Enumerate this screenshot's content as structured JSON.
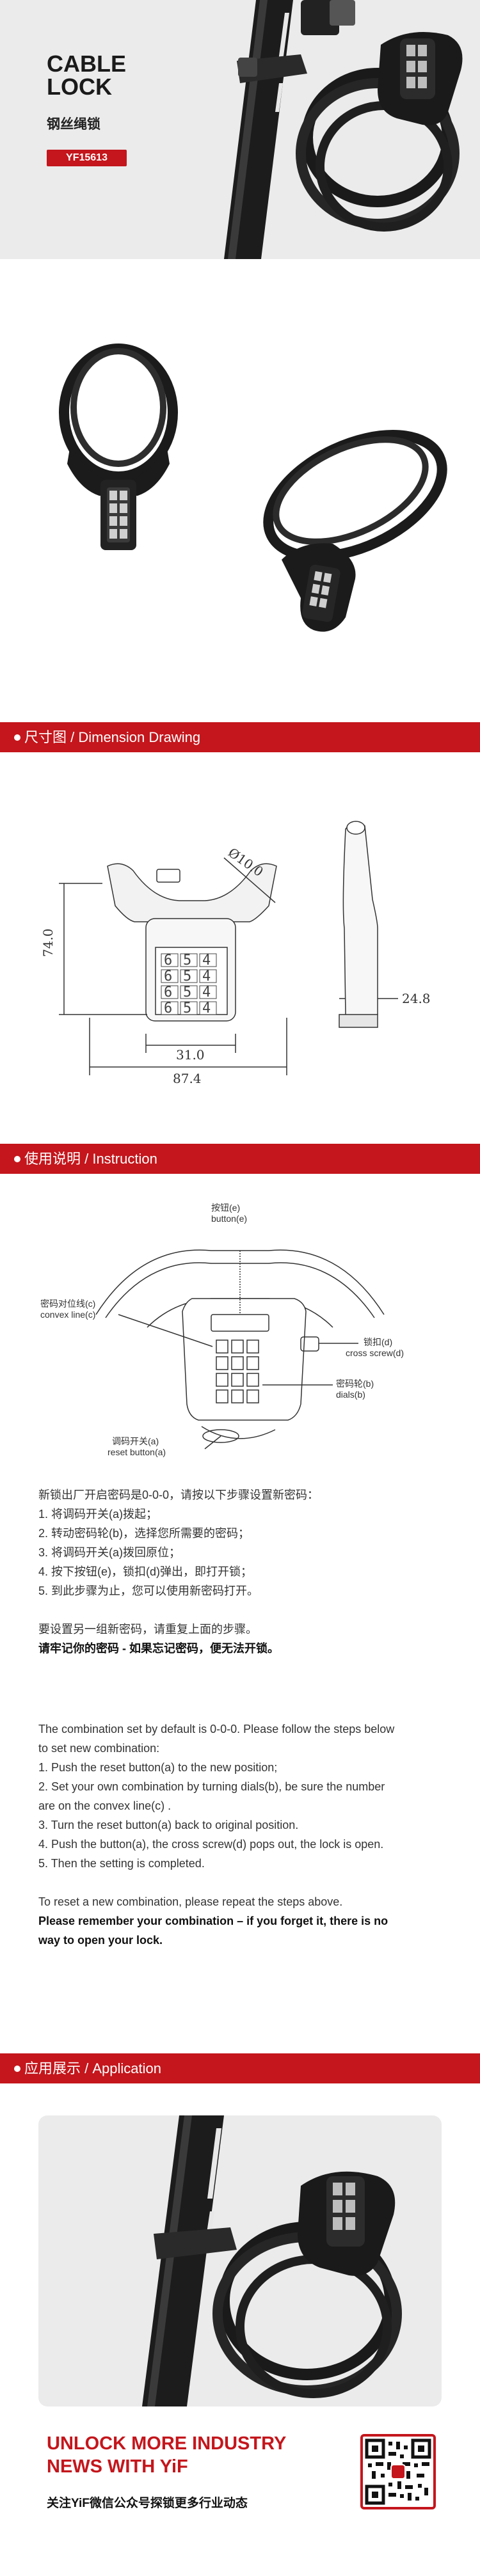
{
  "hero": {
    "brand_line1": "CABLE",
    "brand_line2": "LOCK",
    "subtitle": "钢丝绳锁",
    "model": "YF15613"
  },
  "sections": {
    "dimension": "尺寸图 / Dimension Drawing",
    "instruction": "使用说明 / Instruction",
    "application": "应用展示 / Application"
  },
  "dimension_drawing": {
    "diameter": "Ø10.0",
    "height": "74.0",
    "inner_width": "31.0",
    "outer_width": "87.4",
    "depth": "24.8",
    "dial_digits": [
      "6",
      "5",
      "4"
    ]
  },
  "diagram_labels": {
    "button_cn": "按钮(e)",
    "button_en": "button(e)",
    "convex_cn": "密码对位线(c)",
    "convex_en": "convex line(c)",
    "cross_cn": "锁扣(d)",
    "cross_en": "cross screw(d)",
    "dials_cn": "密码轮(b)",
    "dials_en": "dials(b)",
    "reset_cn": "调码开关(a)",
    "reset_en": "reset button(a)"
  },
  "instructions_cn": {
    "intro": "新锁出厂开启密码是0-0-0，请按以下步骤设置新密码：",
    "steps": [
      "1.  将调码开关(a)拨起；",
      "2.  转动密码轮(b)，选择您所需要的密码；",
      "3.  将调码开关(a)拨回原位；",
      "4.  按下按钮(e)，锁扣(d)弹出，即打开锁；",
      "5.  到此步骤为止，您可以使用新密码打开。"
    ],
    "reset_note": "要设置另一组新密码，请重复上面的步骤。",
    "warning": "请牢记你的密码 - 如果忘记密码，便无法开锁。"
  },
  "instructions_en": {
    "intro_line1": "The combination set by default is 0-0-0. Please follow the steps below",
    "intro_line2": "to set new combination:",
    "step1": "1. Push the reset button(a) to the  new position;",
    "step2_line1": "2. Set your  own combination by turning dials(b), be sure the number",
    "step2_line2": "are on the convex line(c) .",
    "step3": "3. Turn the reset button(a) back to original position.",
    "step4": "4. Push the button(a), the cross screw(d) pops out, the lock is open.",
    "step5": "5. Then the setting is completed.",
    "reset_note": "To reset a new combination, please repeat the steps above.",
    "warning_line1": "Please remember your combination – if you forget it, there is no",
    "warning_line2": "way to open your lock."
  },
  "footer": {
    "title_line1": "UNLOCK MORE INDUSTRY",
    "title_line2": "NEWS WITH YiF",
    "subtitle": "关注YiF微信公众号探锁更多行业动态"
  },
  "colors": {
    "accent_red": "#c4161c",
    "panel_grey": "#ebebeb",
    "product_black": "#1b1b1b"
  }
}
